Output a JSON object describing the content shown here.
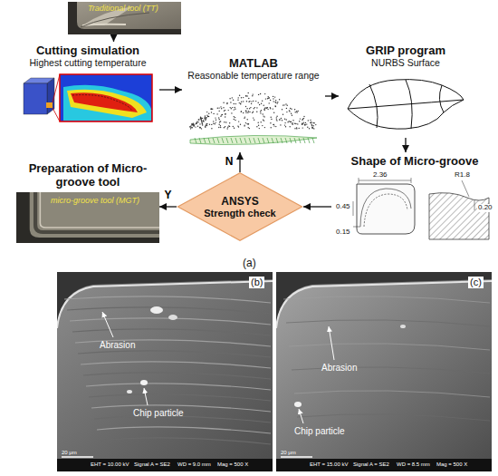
{
  "diagram": {
    "nodes": [
      {
        "text": [
          "Traditional tool (TT)"
        ]
      },
      {
        "text": [
          "Cutting simulation",
          "Highest cutting temperature"
        ]
      },
      {
        "text": [
          "MATLAB",
          "Reasonable temperature range"
        ]
      },
      {
        "text": [
          "GRIP program",
          "NURBS Surface"
        ]
      },
      {
        "text": [
          "Shape of Micro-groove"
        ]
      },
      {
        "text": [
          "ANSYS",
          "Strength check"
        ]
      },
      {
        "text": [
          "Preparation of Micro-groove tool",
          "micro-groove tool (MGT)"
        ]
      },
      {
        "text": [
          "(b)",
          "Abrasion",
          "Chip particle"
        ]
      },
      {
        "text": [
          "(c)",
          "Abrasion",
          "Chip particle"
        ]
      }
    ],
    "edges": [
      {
        "from": 0,
        "to": 1,
        "arrow": "to"
      },
      {
        "from": 1,
        "to": 2,
        "arrow": "to"
      },
      {
        "from": 2,
        "to": 3,
        "arrow": "to"
      },
      {
        "from": 3,
        "to": 4,
        "arrow": "to"
      },
      {
        "from": 4,
        "to": 5,
        "arrow": "to"
      },
      {
        "from": 5,
        "to": 2,
        "label": "N",
        "arrow": "to"
      },
      {
        "from": 5,
        "to": 6,
        "label": "Y",
        "arrow": "to"
      }
    ],
    "labels": [
      "2.36",
      "0.45",
      "0.15",
      "R1.8",
      "0.20",
      "(a)",
      "20 μm",
      "EHT = 10.00 kV",
      "Signal A = SE2",
      "WD = 9.0 mm",
      "Mag = 500 X",
      "20 μm",
      "EHT = 15.00 kV",
      "Signal A = SE2",
      "WD = 8.5 mm",
      "Mag = 500 X"
    ]
  }
}
